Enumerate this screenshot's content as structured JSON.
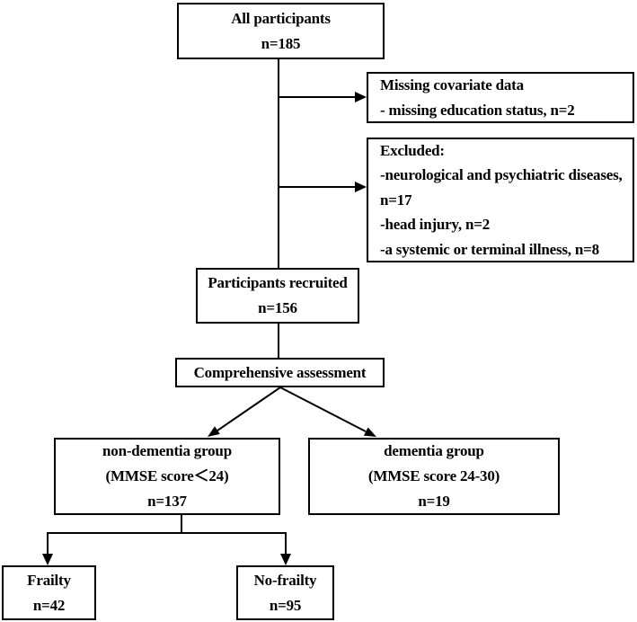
{
  "page": {
    "background_color": "#ffffff",
    "ink_color": "#000000"
  },
  "diagram": {
    "type": "flowchart",
    "title": "participant-flow-diagram",
    "boxes": [
      {
        "id": "all-participants",
        "lines": [
          "All participants",
          "n=185"
        ]
      },
      {
        "id": "missing-covariate-data",
        "lines": [
          "Missing covariate data",
          "- missing education status, n=2"
        ]
      },
      {
        "id": "excluded",
        "lines": [
          "Excluded:",
          "-neurological and psychiatric diseases,",
          "n=17",
          "-head injury, n=2",
          "-a systemic or terminal illness, n=8"
        ]
      },
      {
        "id": "participants-recruited",
        "lines": [
          "Participants recruited",
          "n=156"
        ]
      },
      {
        "id": "comprehensive-assessment",
        "lines": [
          "Comprehensive assessment"
        ]
      },
      {
        "id": "non-dementia-group",
        "lines": [
          "non-dementia group",
          "(MMSE score＜24)",
          "n=137"
        ]
      },
      {
        "id": "dementia-group",
        "lines": [
          "dementia group",
          "(MMSE score 24-30)",
          "n=19"
        ]
      },
      {
        "id": "frailty",
        "lines": [
          "Frailty",
          "n=42"
        ]
      },
      {
        "id": "no-frailty",
        "lines": [
          "No-frailty",
          "n=95"
        ]
      }
    ]
  }
}
